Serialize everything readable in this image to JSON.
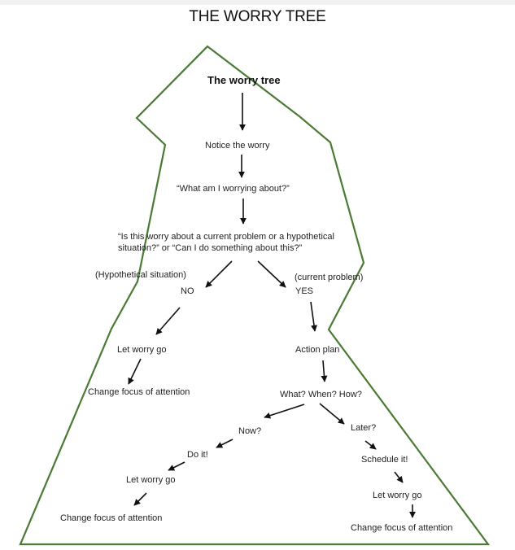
{
  "page_title": "THE WORRY TREE",
  "colors": {
    "outline": "#4a7a34",
    "arrow": "#111111",
    "text": "#222222"
  },
  "diagram": {
    "heading": "The worry tree",
    "nodes": {
      "notice": "Notice the worry",
      "what_worrying": "“What am I worrying about?”",
      "question_line1": "“Is this worry about a current problem or a hypothetical",
      "question_line2": "situation?” or “Can I do something about this?”",
      "hypothetical": "(Hypothetical situation)",
      "no": "NO",
      "current": "(current problem)",
      "yes": "YES",
      "let_go_left": "Let worry go",
      "change_focus_left": "Change focus of attention",
      "action_plan": "Action plan",
      "what_when_how": "What? When? How?",
      "now": "Now?",
      "do_it": "Do it!",
      "let_go_now": "Let worry go",
      "change_focus_now": "Change focus of attention",
      "later": "Later?",
      "schedule": "Schedule it!",
      "let_go_later": "Let worry go",
      "change_focus_later": "Change focus of attention"
    }
  }
}
